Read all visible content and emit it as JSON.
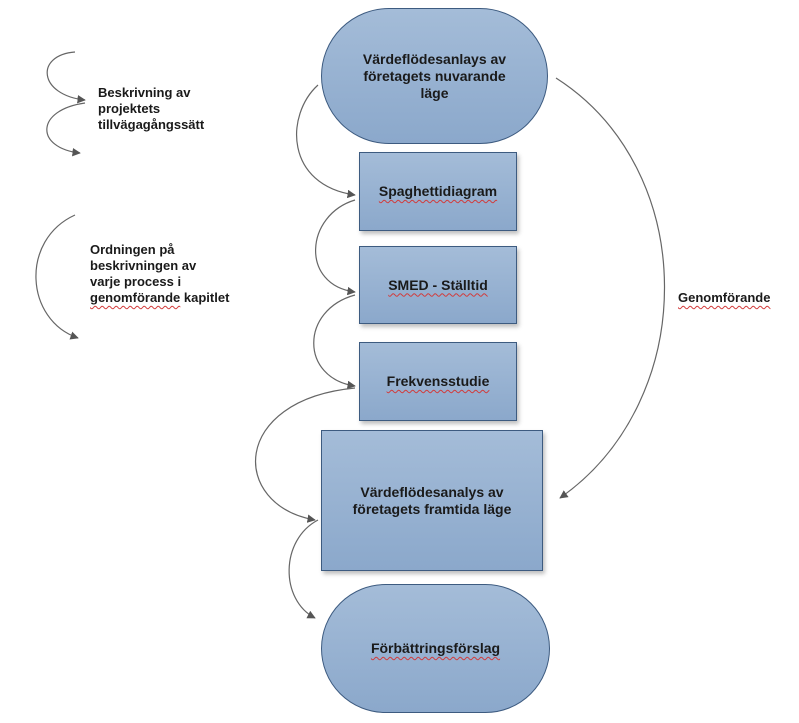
{
  "nodes": {
    "current_vsm": "Värdeflödesanlays av företagets nuvarande läge",
    "spaghetti": "Spaghettidiagram",
    "smed": "SMED - Ställtid",
    "frequency": "Frekvensstudie",
    "future_vsm": "Värdeflödesanalys av företagets framtida läge",
    "improvements": "Förbättringsförslag"
  },
  "notes": {
    "method_description": "Beskrivning av projektets tillvägagångssätt",
    "order_line1": "Ordningen på",
    "order_line2": "beskrivningen av",
    "order_line3": "varje process i",
    "order_word": "genomförande",
    "order_tail": " kapitlet",
    "execution": "Genomförande"
  },
  "colors": {
    "node_fill_top": "#a4bcd8",
    "node_fill_bottom": "#8ba8cb",
    "node_border": "#3d5b80",
    "arrow": "#555555",
    "spellcheck": "#d23a3a"
  }
}
